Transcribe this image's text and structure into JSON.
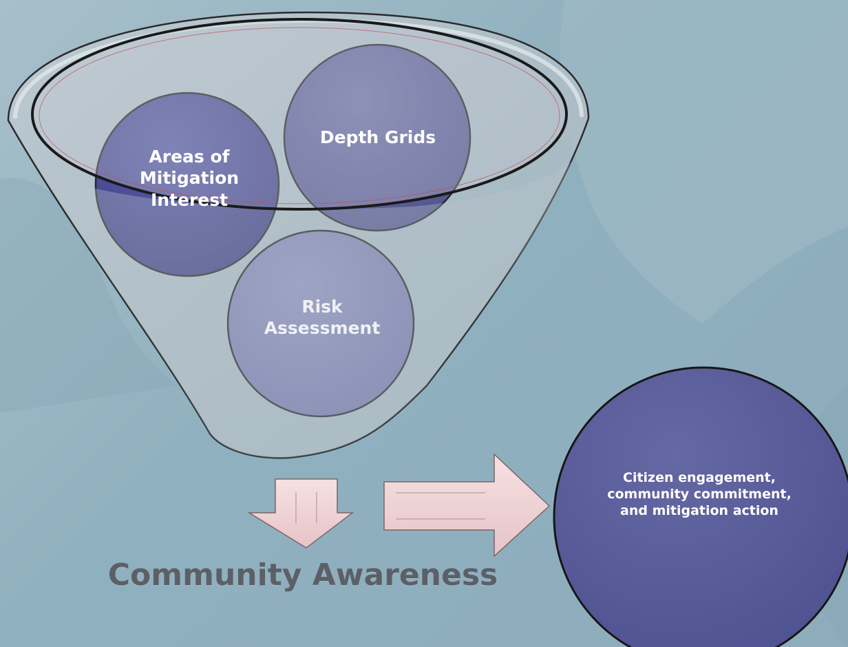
{
  "diagram": {
    "funnel_items": [
      {
        "label": "Depth Grids"
      },
      {
        "label": "Areas of\nMitigation\nInterest"
      },
      {
        "label": "Risk\nAssessment"
      }
    ],
    "outcome": {
      "label": "Citizen engagement,\ncommunity commitment,\nand mitigation action"
    },
    "result": {
      "label": "Community Awareness"
    }
  },
  "colors": {
    "background": "#95b3c1",
    "circle_dark": "#4a4b93",
    "circle_mid": "#5c5f98",
    "circle_light": "#8084b5",
    "funnel_fill": "#b4c0c8",
    "arrow_fill": "#edd2d4",
    "result_text": "#5c6066"
  }
}
